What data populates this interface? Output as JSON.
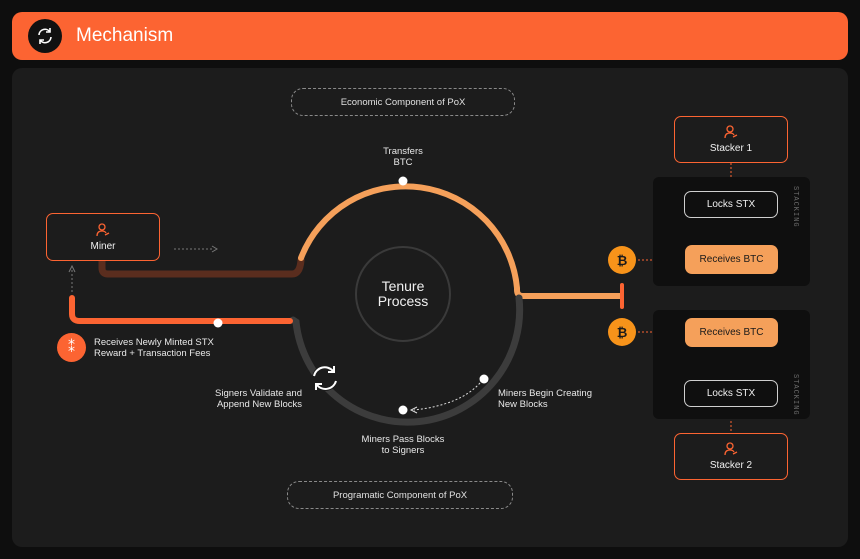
{
  "header": {
    "title": "Mechanism",
    "icon": "refresh-icon"
  },
  "pills": {
    "economic": "Economic Component of PoX",
    "programatic": "Programatic Component of PoX"
  },
  "center": {
    "line1": "Tenure",
    "line2": "Process"
  },
  "labels": {
    "transfers": [
      "Transfers",
      "BTC"
    ],
    "receives_stx": [
      "Receives Newly Minted STX",
      "Reward + Transaction Fees"
    ],
    "signers": [
      "Signers Validate and",
      "Append New Blocks"
    ],
    "miners_pass": [
      "Miners Pass Blocks",
      "to Signers"
    ],
    "miners_begin": [
      "Miners Begin Creating",
      "New Blocks"
    ]
  },
  "miner": {
    "label": "Miner",
    "icon": "user-icon"
  },
  "stacker1": {
    "label": "Stacker 1",
    "icon": "user-icon",
    "group_label": "STACKING",
    "locks": "Locks STX",
    "receives": "Receives BTC"
  },
  "stacker2": {
    "label": "Stacker 2",
    "icon": "user-icon",
    "group_label": "STACKING",
    "locks": "Locks STX",
    "receives": "Receives BTC"
  },
  "coin_symbol": "₿",
  "stx_symbol": "⁑",
  "colors": {
    "accent": "#fc6432",
    "btc_orange": "#f7931a",
    "track_orange": "#f5a05a",
    "track_brown": "#5a2d1e",
    "track_gray": "#3c3c3c"
  }
}
